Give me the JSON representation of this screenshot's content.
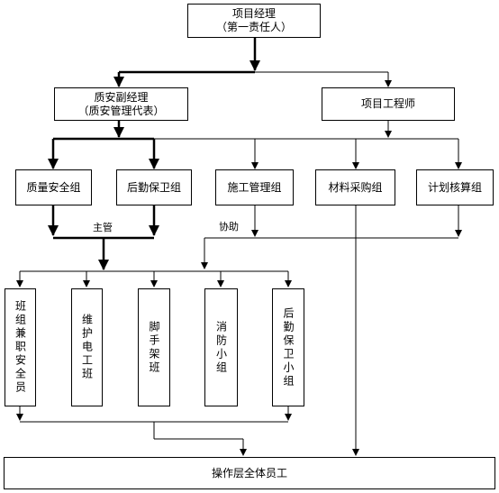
{
  "nodes": {
    "pm": {
      "line1": "项目经理",
      "line2": "（第一责任人）"
    },
    "qa_deputy": {
      "line1": "质安副经理",
      "line2": "（质安管理代表）"
    },
    "chief_engineer": {
      "label": "项目工程师"
    },
    "quality_safety": {
      "label": "质量安全组"
    },
    "logistics_security": {
      "label": "后勤保卫组"
    },
    "construction_mgmt": {
      "label": "施工管理组"
    },
    "materials_purchase": {
      "label": "材料采购组"
    },
    "planning_budget": {
      "label": "计划核算组"
    },
    "team_safety_officer": {
      "label": "班组兼职安全员"
    },
    "maintenance_electrician": {
      "label": "维护电工班"
    },
    "scaffold_team": {
      "label": "脚手架班"
    },
    "fire_team": {
      "label": "消防小组"
    },
    "logistics_guard_team": {
      "label": "后勤保卫小组"
    },
    "all_staff": {
      "label": "操作层全体员工"
    }
  },
  "edge_labels": {
    "main": "主管",
    "assist": "协助"
  }
}
